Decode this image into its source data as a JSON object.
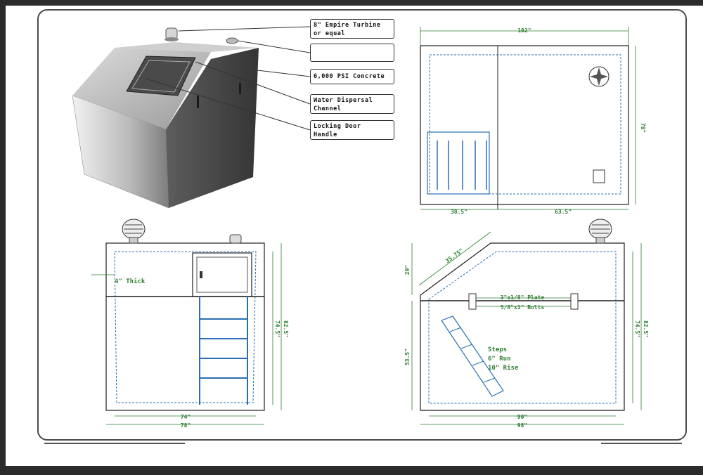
{
  "callouts": {
    "turbine": "8\" Empire Turbine\nor equal",
    "blank": "",
    "concrete": "6,000 PSI Concrete",
    "channel": "Water Dispersal\nChannel",
    "handle": "Locking Door\nHandle"
  },
  "top_view": {
    "width": "102\"",
    "depth": "78\"",
    "left_seg": "38.5\"",
    "right_seg": "63.5\""
  },
  "front_view": {
    "thick": "4\" Thick",
    "inner_h": "74.5\"",
    "outer_h": "82.5\"",
    "inner_w": "74\"",
    "outer_w": "78\""
  },
  "side_view": {
    "slope": "35.75\"",
    "top_h": "29\"",
    "lower_h": "53.5\"",
    "plate": "3\"x1/8\" Plate",
    "bolts": "5/8\"x1\" Bolts",
    "steps_title": "Steps",
    "steps_run": "6\" Run",
    "steps_rise": "10\" Rise",
    "inner_h": "74.5\"",
    "outer_h": "82.5\"",
    "inner_w": "90\"",
    "outer_w": "98\""
  },
  "colors": {
    "line": "#1f1f1f",
    "hidden": "#2a6fb5",
    "dim": "#2e7d32",
    "frame": "#4a4a4a"
  }
}
